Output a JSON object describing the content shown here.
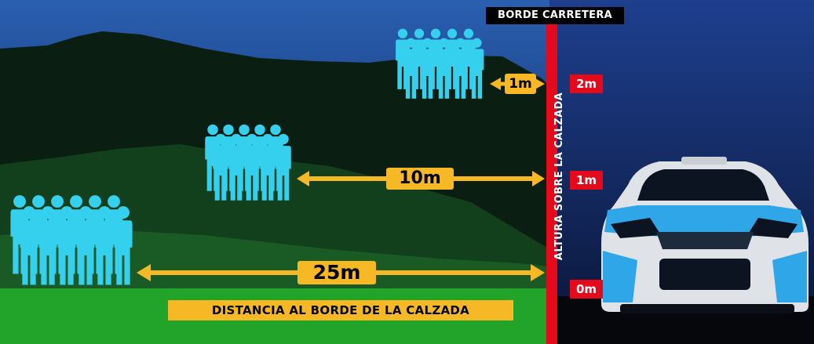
{
  "labels": {
    "title": "BORDE CARRETERA",
    "distances": [
      "1m",
      "10m",
      "25m"
    ],
    "heights": [
      "2m",
      "1m",
      "0m"
    ],
    "vertical_axis": "ALTURA SOBRE LA CALZADA",
    "ground_axis": "DISTANCIA AL BORDE DE LA CALZADA"
  },
  "colors": {
    "sky_top": "#2a5fb0",
    "sky_bottom": "#0c1a4a",
    "hill_dark": "#0a1f12",
    "hill_mid": "#123f1c",
    "grass": "#22a32a",
    "road_edge": "#e4091b",
    "arrow": "#f6b825",
    "people": "#34d0ee",
    "car_body": "#2fa6e8",
    "car_white": "#eef1f4"
  },
  "icons": [
    "person-group-icon",
    "arrow-icon",
    "rally-car-icon"
  ]
}
